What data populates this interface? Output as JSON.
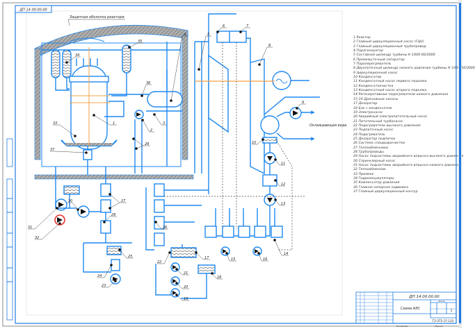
{
  "document": {
    "title_tag": "ДП 14 00.00.00",
    "stamp_corner": "ДП 14 00.00.00",
    "containment_label": "Защитная оболочка реактора",
    "cooling_water_label": "Охлаждающая вода",
    "title_block": {
      "designation": "ДП 14.00.00.00",
      "drawing_name": "Схема АЭС",
      "sheet_label": "Лист",
      "sheets_label": "Листов",
      "scale_value": "1",
      "group": "ТЭ-ЭТЭ-15-1(2)",
      "rows": [
        "Изм.",
        "Лист",
        "№ докум.",
        "Подп.",
        "Дата",
        "Разраб.",
        "Провер.",
        "Т.контр.",
        "Н.контр.",
        "Утв."
      ],
      "footer_left": "Копировал",
      "footer_right": "Формат"
    },
    "left_strip": [
      "Перв. примен.",
      "Справ. №",
      "Подп. и дата",
      "Инв. № дубл.",
      "Взам. инв. №",
      "Подп. и дата",
      "Инв. № подл."
    ]
  },
  "legend": [
    {
      "n": "1",
      "text": "Реактор"
    },
    {
      "n": "2",
      "text": "Главный циркуляционный насос (ГЦН)"
    },
    {
      "n": "3",
      "text": "Главный циркуляционный трубопровод"
    },
    {
      "n": "4",
      "text": "Парогенератор"
    },
    {
      "n": "5",
      "text": "Составной цилиндр турбины К-1000-60/3000"
    },
    {
      "n": "6",
      "text": "Промежуточный сепаратор"
    },
    {
      "n": "7",
      "text": "Пароперегреватель"
    },
    {
      "n": "8",
      "text": "Двухпоточный цилиндр низкого давления турбины К-1000-60/3000"
    },
    {
      "n": "9",
      "text": "Циркуляционный насос"
    },
    {
      "n": "10",
      "text": "Конденсатор"
    },
    {
      "n": "11",
      "text": "Конденсатный насос первого подъема"
    },
    {
      "n": "12",
      "text": "Конденсатоочистка"
    },
    {
      "n": "13",
      "text": "Конденсатный насос второго подъема"
    },
    {
      "n": "14",
      "text": "Регенеративные подогреватели низкого давления"
    },
    {
      "n": "15-16",
      "text": "Дренажные насосы"
    },
    {
      "n": "17",
      "text": "Деаэратор"
    },
    {
      "n": "18",
      "text": "Бак с конденсатом"
    },
    {
      "n": "19",
      "text": "Электронасос"
    },
    {
      "n": "20",
      "text": "Аварийный электропитательный насос"
    },
    {
      "n": "21",
      "text": "Питательный турбонасос"
    },
    {
      "n": "22",
      "text": "Подогреватели высокого давления"
    },
    {
      "n": "23",
      "text": "Подпиточный насос"
    },
    {
      "n": "24",
      "text": "Подогреватель"
    },
    {
      "n": "25",
      "text": "Деаэратор подпитки"
    },
    {
      "n": "26",
      "text": "Система спецводоочистки"
    },
    {
      "n": "27",
      "text": "Теплообменники"
    },
    {
      "n": "28",
      "text": "Трубопроводы"
    },
    {
      "n": "29",
      "text": "Насос подсистемы аварийного впрыска высокого давления"
    },
    {
      "n": "30",
      "text": "Спринклерный насос"
    },
    {
      "n": "31",
      "text": "Насос подсистемы аварийного впрыска низкого давления"
    },
    {
      "n": "32",
      "text": "Теплообменник"
    },
    {
      "n": "33",
      "text": "Приямок"
    },
    {
      "n": "34",
      "text": "Гидроаккумуляторы"
    },
    {
      "n": "35",
      "text": "Компенсатор давления"
    },
    {
      "n": "36",
      "text": "Главная запорная задвижка"
    },
    {
      "n": "37",
      "text": "Главный циркуляционный контур"
    }
  ],
  "callouts": {
    "c1": "1",
    "c2": "2",
    "c3": "3",
    "c4": "4",
    "c5": "5",
    "c6": "6",
    "c7": "7",
    "c8": "8",
    "c9": "9",
    "c10": "10",
    "c11": "11",
    "c12": "12",
    "c13": "13",
    "c14": "14",
    "c15": "15",
    "c16": "16",
    "c17": "17",
    "c18": "18",
    "c19": "19",
    "c20": "20",
    "c21": "21",
    "c22": "22",
    "c23": "23",
    "c24": "24",
    "c25": "25",
    "c26": "26",
    "c27": "27",
    "c28": "28",
    "c29": "29",
    "c30": "30",
    "c31": "31",
    "c32": "32",
    "c33": "33",
    "c34": "34",
    "c35": "35",
    "c36": "36",
    "c37": "37"
  },
  "colors": {
    "pipe": "#1e88f0",
    "frame": "#1e7ae0",
    "axis": "#f5a04a",
    "highlight": "#e53030",
    "hatch": "#8a8a8a"
  }
}
